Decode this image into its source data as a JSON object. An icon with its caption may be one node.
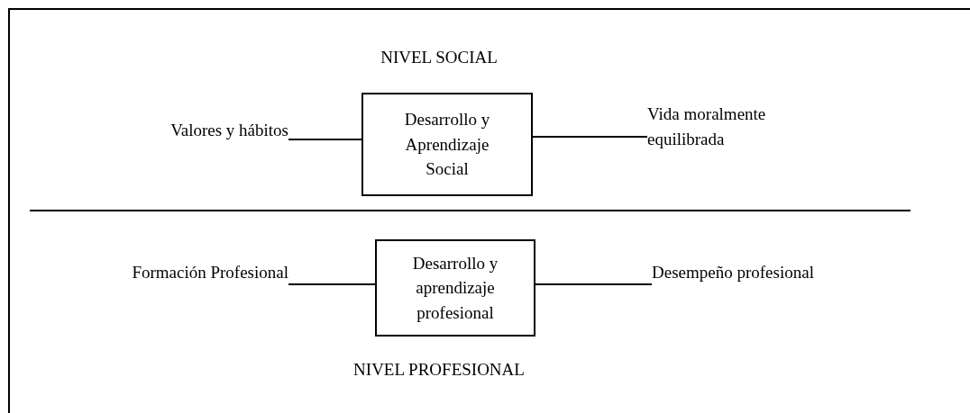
{
  "diagram": {
    "nodes": [
      {
        "text": [
          "Valores y hábitos"
        ]
      },
      {
        "text": [
          "Desarrollo y Aprendizaje Social"
        ]
      },
      {
        "text": [
          "Vida moralmente equilibrada"
        ]
      },
      {
        "text": [
          "Formación Profesional"
        ]
      },
      {
        "text": [
          "Desarrollo y aprendizaje profesional"
        ]
      },
      {
        "text": [
          "Desempeño profesional"
        ]
      }
    ],
    "edges": [
      {
        "from": 0,
        "to": 1,
        "arrow": "none"
      },
      {
        "from": 1,
        "to": 2,
        "arrow": "none"
      },
      {
        "from": 3,
        "to": 4,
        "arrow": "none"
      },
      {
        "from": 4,
        "to": 5,
        "arrow": "none"
      }
    ],
    "labels": [
      "NIVEL SOCIAL",
      "NIVEL PROFESIONAL"
    ]
  }
}
